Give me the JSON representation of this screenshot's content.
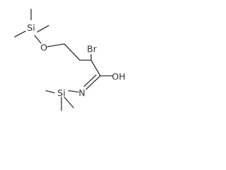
{
  "molecule": {
    "atoms": {
      "si_top": "Si",
      "o_ether": "O",
      "br": "Br",
      "o_amide": "OH",
      "n_imine": "N",
      "si_bottom": "Si"
    }
  },
  "colors": {
    "bond": "#333333",
    "label": "#333333",
    "background": "#ffffff"
  }
}
